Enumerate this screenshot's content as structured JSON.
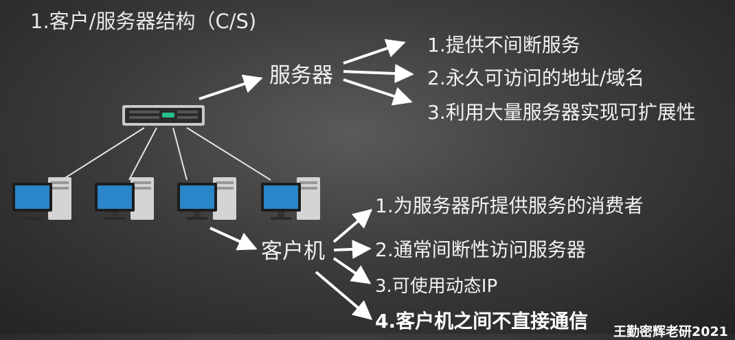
{
  "title": "1.客户/服务器结构（C/S)",
  "server": {
    "label": "服务器",
    "features": [
      "1.提供不间断服务",
      "2.永久可访问的地址/域名",
      "3.利用大量服务器实现可扩展性"
    ]
  },
  "client": {
    "label": "客户机",
    "features": [
      "1.为服务器所提供服务的消费者",
      "2.通常间断性访问服务器",
      "3.可使用动态IP",
      "4.客户机之间不直接通信"
    ]
  },
  "watermark": "王勤密辉老研2021",
  "icons": {
    "server": "rack-server-icon",
    "client": "desktop-computer-icon"
  },
  "colors": {
    "accent_led": "#27c28a",
    "monitor_screen": "#2a86c8",
    "arrow": "#ffffff"
  }
}
